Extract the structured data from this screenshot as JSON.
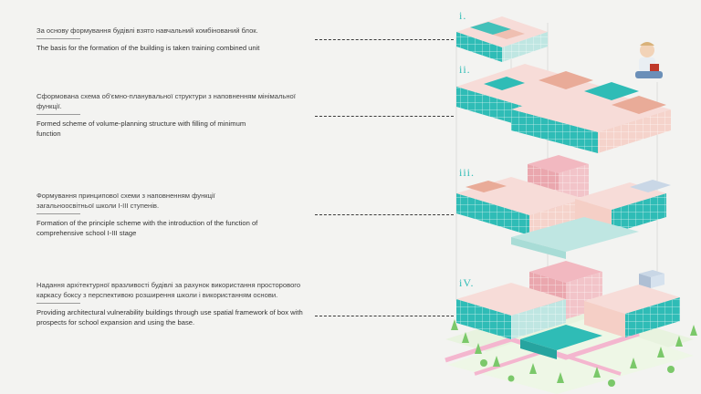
{
  "steps": [
    {
      "numeral": "i.",
      "uk": "За основу формування будівлі взято навчальний комбінований блок.",
      "en": "The basis for the formation of the building is taken training combined unit"
    },
    {
      "numeral": "ii.",
      "uk": "Сформована схема об'ємно-планувальної структури з наповненням мінімальної функції.",
      "en": "Formed scheme of volume-planning structure with filling of minimum function"
    },
    {
      "numeral": "iii.",
      "uk": "Формування принципової схеми з наповненням функції загальноосвітньої школи I-III ступенів.",
      "en": "Formation of the principle scheme with the introduction of the function of comprehensive school I-III stage"
    },
    {
      "numeral": "iV.",
      "uk": "Надання архітектурної вразливості будівлі за рахунок використання просторового каркасу боксу з перспективою розширення школи і використанням основи.",
      "en": "Providing architectural vulnerability buildings through use spatial framework of box with prospects for school expansion and using the base."
    }
  ],
  "colors": {
    "teal": "#2fbcb6",
    "salmon": "#e9ab98",
    "pink": "#f2b8c0",
    "pale_pink": "#f7dcd8",
    "light_teal": "#bfe6e2",
    "blue_grey": "#c9d7e6",
    "tree_green": "#7bc86a",
    "path_pink": "#f4b6cf"
  }
}
